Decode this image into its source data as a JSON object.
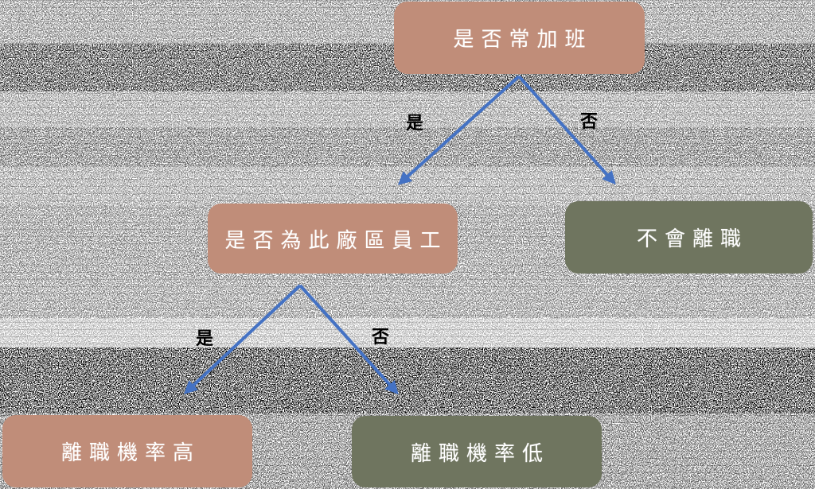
{
  "diagram": {
    "type": "decision-tree",
    "nodes": [
      {
        "id": "overtime",
        "label": "是否常加班",
        "role": "question"
      },
      {
        "id": "factory",
        "label": "是否為此廠區員工",
        "role": "question"
      },
      {
        "id": "no-attrition",
        "label": "不會離職",
        "role": "outcome"
      },
      {
        "id": "high-attrition",
        "label": "離職機率高",
        "role": "outcome"
      },
      {
        "id": "low-attrition",
        "label": "離職機率低",
        "role": "outcome"
      }
    ],
    "edges": [
      {
        "from": "overtime",
        "to": "factory",
        "label": "是"
      },
      {
        "from": "overtime",
        "to": "no-attrition",
        "label": "否"
      },
      {
        "from": "factory",
        "to": "high-attrition",
        "label": "是"
      },
      {
        "from": "factory",
        "to": "low-attrition",
        "label": "否"
      }
    ],
    "colors": {
      "question_fill": "#C08D79",
      "outcome_fill": "#6F755F",
      "node_text": "#FFFFFF",
      "arrow": "#4472C4",
      "edge_label_text": "#000000"
    }
  }
}
